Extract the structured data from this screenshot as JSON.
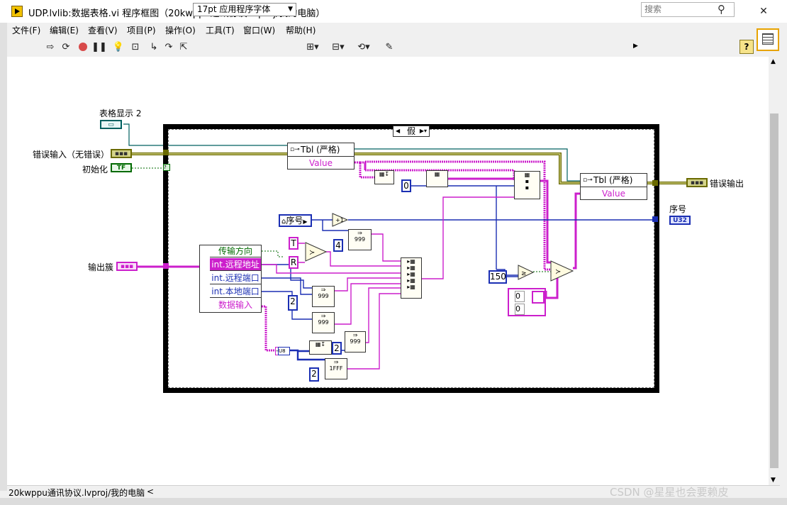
{
  "window": {
    "title": "UDP.lvlib:数据表格.vi 程序框图（20kwppu通讯协议.lvproj/我的电脑）",
    "minimize": "─",
    "maximize": "☐",
    "close": "✕"
  },
  "menu": {
    "items": [
      "文件(F)",
      "编辑(E)",
      "查看(V)",
      "项目(P)",
      "操作(O)",
      "工具(T)",
      "窗口(W)",
      "帮助(H)"
    ]
  },
  "toolbar": {
    "font_label": "17pt 应用程序字体",
    "search_placeholder": "搜索",
    "help_label": "?"
  },
  "diagram": {
    "case_selector": "假",
    "labels": {
      "table_display": "表格显示 2",
      "error_in": "错误输入（无错误）",
      "init": "初始化",
      "output_cluster": "输出簇",
      "error_out": "错误输出",
      "index_out": "序号",
      "index_local": "序号"
    },
    "terminals": {
      "error_in": "▪▪▪",
      "init": "TF",
      "table_ref": "▭",
      "output_cluster": "▪▪▪",
      "error_out": "▪▪▪",
      "index_out": "U32",
      "u8": "U8"
    },
    "property_node_1": {
      "ref": "Tbl (严格)",
      "prop": "Value"
    },
    "property_node_2": {
      "ref": "Tbl (严格)",
      "prop": "Value"
    },
    "unbundle": {
      "rows": [
        "传输方向",
        "int.远程地址",
        "int.远程端口",
        "int.本地端口",
        "数据输入"
      ]
    },
    "constants": {
      "c_t": "T",
      "c_r": "R",
      "c_4": "4",
      "c_0": "0",
      "c_2a": "2",
      "c_2b": "2",
      "c_2c": "2",
      "c_150": "150",
      "array_0a": "0",
      "array_0b": "0"
    }
  },
  "status": {
    "project_path": "20kwppu通讯协议.lvproj/我的电脑",
    "watermark": "CSDN @星星也会要赖皮"
  }
}
